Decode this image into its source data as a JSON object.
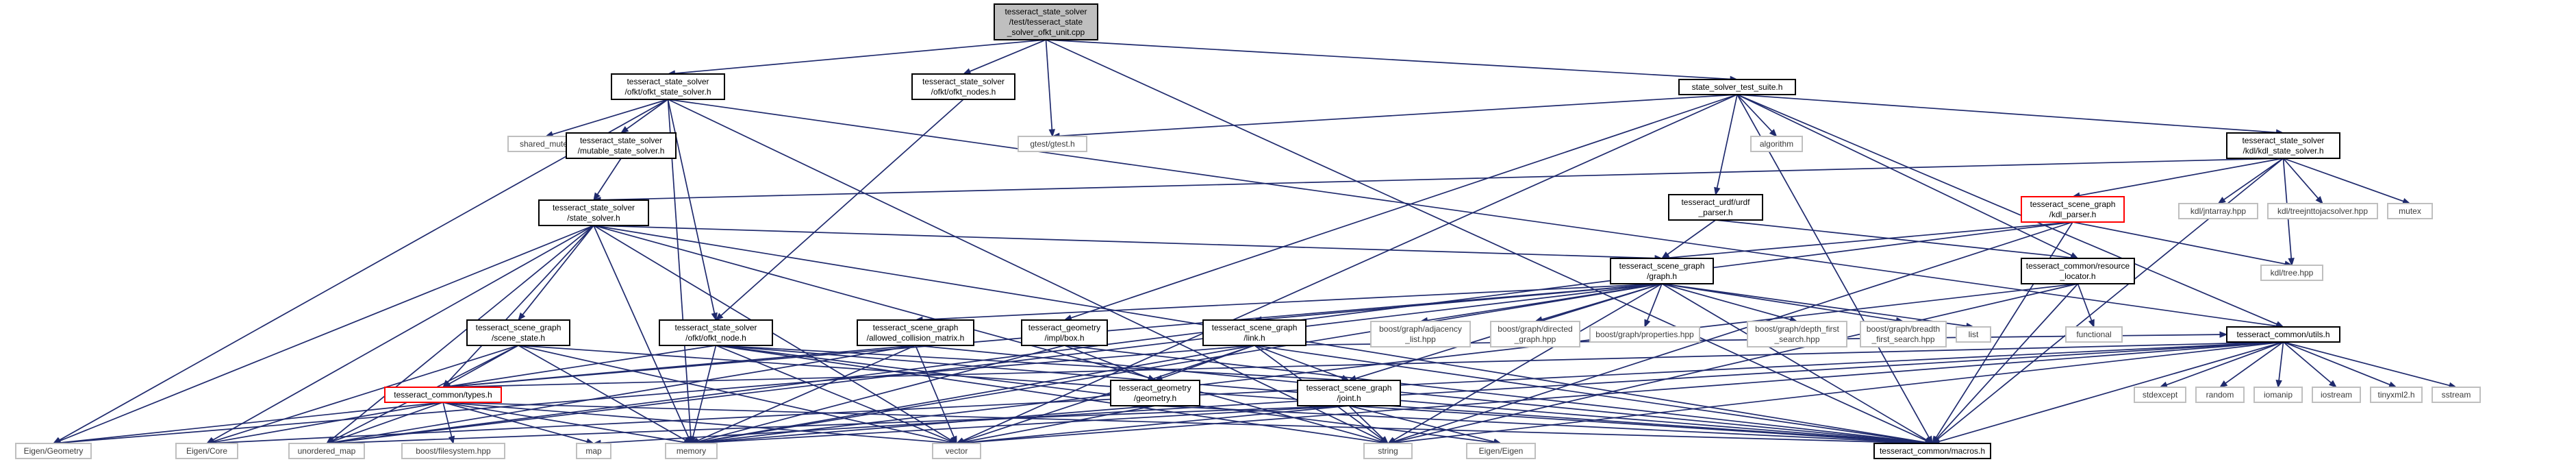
{
  "colors": {
    "root_fill": "#bfbfbf",
    "box_stroke": "#000000",
    "plain_stroke": "#bfbfbf",
    "missing_stroke": "#ff0000",
    "edge": "#1f2a6d",
    "background": "#ffffff"
  },
  "nodes": [
    {
      "id": "root",
      "lines": [
        "tesseract_state_solver",
        "/test/tesseract_state",
        "_solver_ofkt_unit.cpp"
      ],
      "style": "root"
    },
    {
      "id": "ofkt_state_solver",
      "lines": [
        "tesseract_state_solver",
        "/ofkt/ofkt_state_solver.h"
      ],
      "style": "box"
    },
    {
      "id": "ofkt_nodes",
      "lines": [
        "tesseract_state_solver",
        "/ofkt/ofkt_nodes.h"
      ],
      "style": "box"
    },
    {
      "id": "state_solver_test_suite",
      "lines": [
        "state_solver_test_suite.h"
      ],
      "style": "box"
    },
    {
      "id": "shared_mutex",
      "lines": [
        "shared_mutex"
      ],
      "style": "plain"
    },
    {
      "id": "mutable_state_solver",
      "lines": [
        "tesseract_state_solver",
        "/mutable_state_solver.h"
      ],
      "style": "box"
    },
    {
      "id": "gtest",
      "lines": [
        "gtest/gtest.h"
      ],
      "style": "plain"
    },
    {
      "id": "algorithm",
      "lines": [
        "algorithm"
      ],
      "style": "plain"
    },
    {
      "id": "kdl_state_solver",
      "lines": [
        "tesseract_state_solver",
        "/kdl/kdl_state_solver.h"
      ],
      "style": "box"
    },
    {
      "id": "state_solver",
      "lines": [
        "tesseract_state_solver",
        "/state_solver.h"
      ],
      "style": "box"
    },
    {
      "id": "urdf_parser",
      "lines": [
        "tesseract_urdf/urdf",
        "_parser.h"
      ],
      "style": "box"
    },
    {
      "id": "kdl_parser",
      "lines": [
        "tesseract_scene_graph",
        "/kdl_parser.h"
      ],
      "style": "missing"
    },
    {
      "id": "kdl_jntarray",
      "lines": [
        "kdl/jntarray.hpp"
      ],
      "style": "plain"
    },
    {
      "id": "kdl_treejnt",
      "lines": [
        "kdl/treejnttojacsolver.hpp"
      ],
      "style": "plain"
    },
    {
      "id": "mutex",
      "lines": [
        "mutex"
      ],
      "style": "plain"
    },
    {
      "id": "kdl_tree",
      "lines": [
        "kdl/tree.hpp"
      ],
      "style": "plain"
    },
    {
      "id": "graph",
      "lines": [
        "tesseract_scene_graph",
        "/graph.h"
      ],
      "style": "box"
    },
    {
      "id": "resource_locator",
      "lines": [
        "tesseract_common/resource",
        "_locator.h"
      ],
      "style": "box"
    },
    {
      "id": "scene_state",
      "lines": [
        "tesseract_scene_graph",
        "/scene_state.h"
      ],
      "style": "box"
    },
    {
      "id": "ofkt_node",
      "lines": [
        "tesseract_state_solver",
        "/ofkt/ofkt_node.h"
      ],
      "style": "box"
    },
    {
      "id": "acm",
      "lines": [
        "tesseract_scene_graph",
        "/allowed_collision_matrix.h"
      ],
      "style": "box"
    },
    {
      "id": "impl_box",
      "lines": [
        "tesseract_geometry",
        "/impl/box.h"
      ],
      "style": "box"
    },
    {
      "id": "link",
      "lines": [
        "tesseract_scene_graph",
        "/link.h"
      ],
      "style": "box"
    },
    {
      "id": "boost_adj",
      "lines": [
        "boost/graph/adjacency",
        "_list.hpp"
      ],
      "style": "plain"
    },
    {
      "id": "boost_dir",
      "lines": [
        "boost/graph/directed",
        "_graph.hpp"
      ],
      "style": "plain"
    },
    {
      "id": "boost_prop",
      "lines": [
        "boost/graph/properties.hpp"
      ],
      "style": "plain"
    },
    {
      "id": "boost_dfs",
      "lines": [
        "boost/graph/depth_first",
        "_search.hpp"
      ],
      "style": "plain"
    },
    {
      "id": "boost_bfs",
      "lines": [
        "boost/graph/breadth",
        "_first_search.hpp"
      ],
      "style": "plain"
    },
    {
      "id": "list",
      "lines": [
        "list"
      ],
      "style": "plain"
    },
    {
      "id": "functional",
      "lines": [
        "functional"
      ],
      "style": "plain"
    },
    {
      "id": "common_utils",
      "lines": [
        "tesseract_common/utils.h"
      ],
      "style": "box"
    },
    {
      "id": "common_types",
      "lines": [
        "tesseract_common/types.h"
      ],
      "style": "missing"
    },
    {
      "id": "geometry",
      "lines": [
        "tesseract_geometry",
        "/geometry.h"
      ],
      "style": "box"
    },
    {
      "id": "joint",
      "lines": [
        "tesseract_scene_graph",
        "/joint.h"
      ],
      "style": "box"
    },
    {
      "id": "stdexcept",
      "lines": [
        "stdexcept"
      ],
      "style": "plain"
    },
    {
      "id": "random",
      "lines": [
        "random"
      ],
      "style": "plain"
    },
    {
      "id": "iomanip",
      "lines": [
        "iomanip"
      ],
      "style": "plain"
    },
    {
      "id": "iostream",
      "lines": [
        "iostream"
      ],
      "style": "plain"
    },
    {
      "id": "tinyxml2",
      "lines": [
        "tinyxml2.h"
      ],
      "style": "plain"
    },
    {
      "id": "sstream",
      "lines": [
        "sstream"
      ],
      "style": "plain"
    },
    {
      "id": "eigen_geometry",
      "lines": [
        "Eigen/Geometry"
      ],
      "style": "plain"
    },
    {
      "id": "eigen_core",
      "lines": [
        "Eigen/Core"
      ],
      "style": "plain"
    },
    {
      "id": "unordered_map",
      "lines": [
        "unordered_map"
      ],
      "style": "plain"
    },
    {
      "id": "boost_fs",
      "lines": [
        "boost/filesystem.hpp"
      ],
      "style": "plain"
    },
    {
      "id": "map",
      "lines": [
        "map"
      ],
      "style": "plain"
    },
    {
      "id": "memory",
      "lines": [
        "memory"
      ],
      "style": "plain"
    },
    {
      "id": "vector",
      "lines": [
        "vector"
      ],
      "style": "plain"
    },
    {
      "id": "string",
      "lines": [
        "string"
      ],
      "style": "plain"
    },
    {
      "id": "eigen_eigen",
      "lines": [
        "Eigen/Eigen"
      ],
      "style": "plain"
    },
    {
      "id": "macros",
      "lines": [
        "tesseract_common/macros.h"
      ],
      "style": "box"
    }
  ],
  "edges": [
    [
      "root",
      "ofkt_state_solver"
    ],
    [
      "root",
      "ofkt_nodes"
    ],
    [
      "root",
      "gtest"
    ],
    [
      "root",
      "state_solver_test_suite"
    ],
    [
      "root",
      "macros"
    ],
    [
      "ofkt_state_solver",
      "shared_mutex"
    ],
    [
      "ofkt_state_solver",
      "mutable_state_solver"
    ],
    [
      "ofkt_state_solver",
      "ofkt_node"
    ],
    [
      "ofkt_state_solver",
      "eigen_geometry"
    ],
    [
      "ofkt_state_solver",
      "memory"
    ],
    [
      "ofkt_state_solver",
      "string"
    ],
    [
      "ofkt_state_solver",
      "common_utils"
    ],
    [
      "ofkt_nodes",
      "ofkt_node"
    ],
    [
      "state_solver_test_suite",
      "gtest"
    ],
    [
      "state_solver_test_suite",
      "algorithm"
    ],
    [
      "state_solver_test_suite",
      "urdf_parser"
    ],
    [
      "state_solver_test_suite",
      "kdl_state_solver"
    ],
    [
      "state_solver_test_suite",
      "resource_locator"
    ],
    [
      "state_solver_test_suite",
      "impl_box"
    ],
    [
      "state_solver_test_suite",
      "vector"
    ],
    [
      "state_solver_test_suite",
      "macros"
    ],
    [
      "state_solver_test_suite",
      "common_utils"
    ],
    [
      "mutable_state_solver",
      "state_solver"
    ],
    [
      "kdl_state_solver",
      "state_solver"
    ],
    [
      "kdl_state_solver",
      "kdl_parser"
    ],
    [
      "kdl_state_solver",
      "kdl_jntarray"
    ],
    [
      "kdl_state_solver",
      "kdl_treejnt"
    ],
    [
      "kdl_state_solver",
      "mutex"
    ],
    [
      "kdl_state_solver",
      "kdl_tree"
    ],
    [
      "kdl_state_solver",
      "macros"
    ],
    [
      "state_solver",
      "graph"
    ],
    [
      "state_solver",
      "scene_state"
    ],
    [
      "state_solver",
      "common_types"
    ],
    [
      "state_solver",
      "eigen_geometry"
    ],
    [
      "state_solver",
      "eigen_core"
    ],
    [
      "state_solver",
      "unordered_map"
    ],
    [
      "state_solver",
      "memory"
    ],
    [
      "state_solver",
      "vector"
    ],
    [
      "state_solver",
      "string"
    ],
    [
      "state_solver",
      "macros"
    ],
    [
      "urdf_parser",
      "graph"
    ],
    [
      "urdf_parser",
      "resource_locator"
    ],
    [
      "kdl_parser",
      "graph"
    ],
    [
      "kdl_parser",
      "kdl_tree"
    ],
    [
      "kdl_parser",
      "unordered_map"
    ],
    [
      "kdl_parser",
      "macros"
    ],
    [
      "kdl_parser",
      "string"
    ],
    [
      "graph",
      "acm"
    ],
    [
      "graph",
      "link"
    ],
    [
      "graph",
      "joint"
    ],
    [
      "graph",
      "boost_adj"
    ],
    [
      "graph",
      "boost_dir"
    ],
    [
      "graph",
      "boost_prop"
    ],
    [
      "graph",
      "boost_dfs"
    ],
    [
      "graph",
      "boost_bfs"
    ],
    [
      "graph",
      "list"
    ],
    [
      "graph",
      "common_types"
    ],
    [
      "graph",
      "unordered_map"
    ],
    [
      "graph",
      "macros"
    ],
    [
      "graph",
      "string"
    ],
    [
      "graph",
      "memory"
    ],
    [
      "resource_locator",
      "functional"
    ],
    [
      "resource_locator",
      "memory"
    ],
    [
      "resource_locator",
      "macros"
    ],
    [
      "resource_locator",
      "string"
    ],
    [
      "scene_state",
      "common_types"
    ],
    [
      "scene_state",
      "unordered_map"
    ],
    [
      "scene_state",
      "eigen_core"
    ],
    [
      "scene_state",
      "memory"
    ],
    [
      "scene_state",
      "vector"
    ],
    [
      "scene_state",
      "macros"
    ],
    [
      "ofkt_node",
      "common_types"
    ],
    [
      "ofkt_node",
      "joint"
    ],
    [
      "ofkt_node",
      "memory"
    ],
    [
      "ofkt_node",
      "vector"
    ],
    [
      "ofkt_node",
      "string"
    ],
    [
      "ofkt_node",
      "eigen_eigen"
    ],
    [
      "ofkt_node",
      "macros"
    ],
    [
      "acm",
      "common_types"
    ],
    [
      "acm",
      "unordered_map"
    ],
    [
      "acm",
      "vector"
    ],
    [
      "acm",
      "memory"
    ],
    [
      "acm",
      "macros"
    ],
    [
      "impl_box",
      "geometry"
    ],
    [
      "impl_box",
      "memory"
    ],
    [
      "impl_box",
      "macros"
    ],
    [
      "link",
      "geometry"
    ],
    [
      "link",
      "joint"
    ],
    [
      "link",
      "eigen_geometry"
    ],
    [
      "link",
      "memory"
    ],
    [
      "link",
      "vector"
    ],
    [
      "link",
      "string"
    ],
    [
      "link",
      "macros"
    ],
    [
      "link",
      "common_utils"
    ],
    [
      "common_utils",
      "stdexcept"
    ],
    [
      "common_utils",
      "random"
    ],
    [
      "common_utils",
      "iomanip"
    ],
    [
      "common_utils",
      "iostream"
    ],
    [
      "common_utils",
      "tinyxml2"
    ],
    [
      "common_utils",
      "sstream"
    ],
    [
      "common_utils",
      "common_types"
    ],
    [
      "common_utils",
      "eigen_core"
    ],
    [
      "common_utils",
      "vector"
    ],
    [
      "common_utils",
      "string"
    ],
    [
      "common_utils",
      "map"
    ],
    [
      "common_utils",
      "macros"
    ],
    [
      "common_types",
      "eigen_geometry"
    ],
    [
      "common_types",
      "eigen_core"
    ],
    [
      "common_types",
      "unordered_map"
    ],
    [
      "common_types",
      "boost_fs"
    ],
    [
      "common_types",
      "map"
    ],
    [
      "common_types",
      "memory"
    ],
    [
      "common_types",
      "vector"
    ],
    [
      "common_types",
      "macros"
    ],
    [
      "geometry",
      "memory"
    ],
    [
      "geometry",
      "vector"
    ],
    [
      "geometry",
      "macros"
    ],
    [
      "joint",
      "memory"
    ],
    [
      "joint",
      "vector"
    ],
    [
      "joint",
      "string"
    ],
    [
      "joint",
      "eigen_eigen"
    ],
    [
      "joint",
      "macros"
    ],
    [
      "joint",
      "unordered_map"
    ]
  ]
}
